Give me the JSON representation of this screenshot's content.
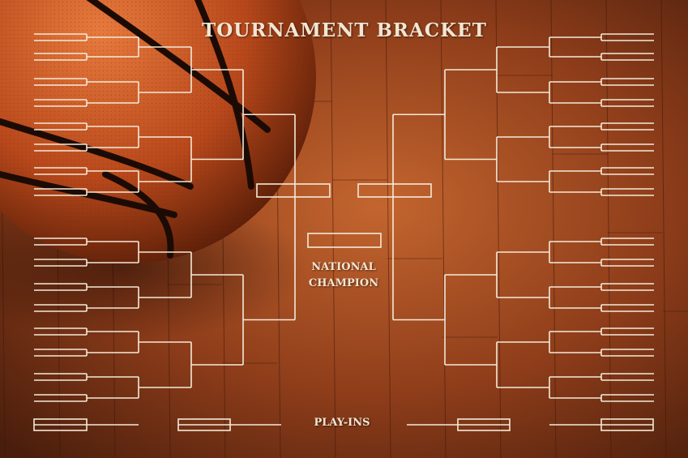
{
  "title": "TOURNAMENT BRACKET",
  "champion_label_line1": "NATIONAL",
  "champion_label_line2": "CHAMPION",
  "playins_label": "PLAY-INS",
  "colors": {
    "wood_base": "#9a4a22",
    "wood_dark": "#5a2410",
    "bracket_line": "#f4ead8",
    "ball_orange": "#c2501d",
    "ball_seam": "#1c0b05",
    "text": "#f3e6d2"
  },
  "decorations": [
    "basketball-icon",
    "hardwood-floor"
  ]
}
